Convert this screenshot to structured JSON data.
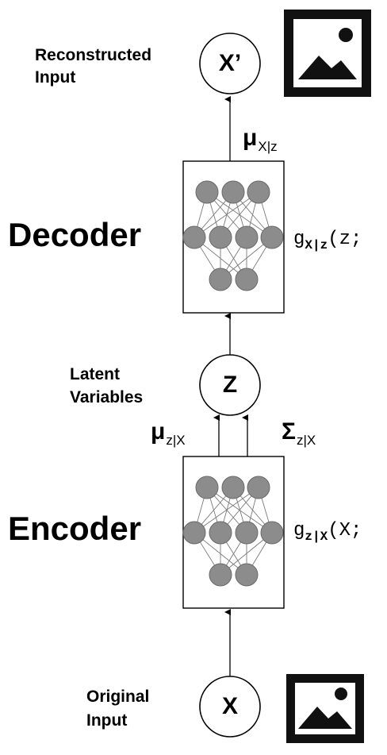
{
  "top": {
    "label_line1": "Reconstructed",
    "label_line2": "Input",
    "node": "X’",
    "image_icon": "image-icon"
  },
  "decoder": {
    "title": "Decoder",
    "output_mu": "μ",
    "output_mu_sub": "X|z",
    "function_name": "g",
    "function_sub": "X|z",
    "function_args": "(z;"
  },
  "latent": {
    "label_line1": "Latent",
    "label_line2": "Variables",
    "node": "Z"
  },
  "encoder": {
    "title": "Encoder",
    "mu": "μ",
    "mu_sub": "z|X",
    "sigma": "Σ",
    "sigma_sub": "z|X",
    "function_name": "g",
    "function_sub": "z|X",
    "function_args": "(X;"
  },
  "bottom": {
    "label_line1": "Original",
    "label_line2": "Input",
    "node": "X",
    "image_icon": "image-icon"
  },
  "colors": {
    "neuron_fill": "#8c8c8c",
    "neuron_stroke": "#6a6a6a",
    "edge": "#7a7a7a",
    "line": "#000000",
    "icon": "#111111"
  }
}
